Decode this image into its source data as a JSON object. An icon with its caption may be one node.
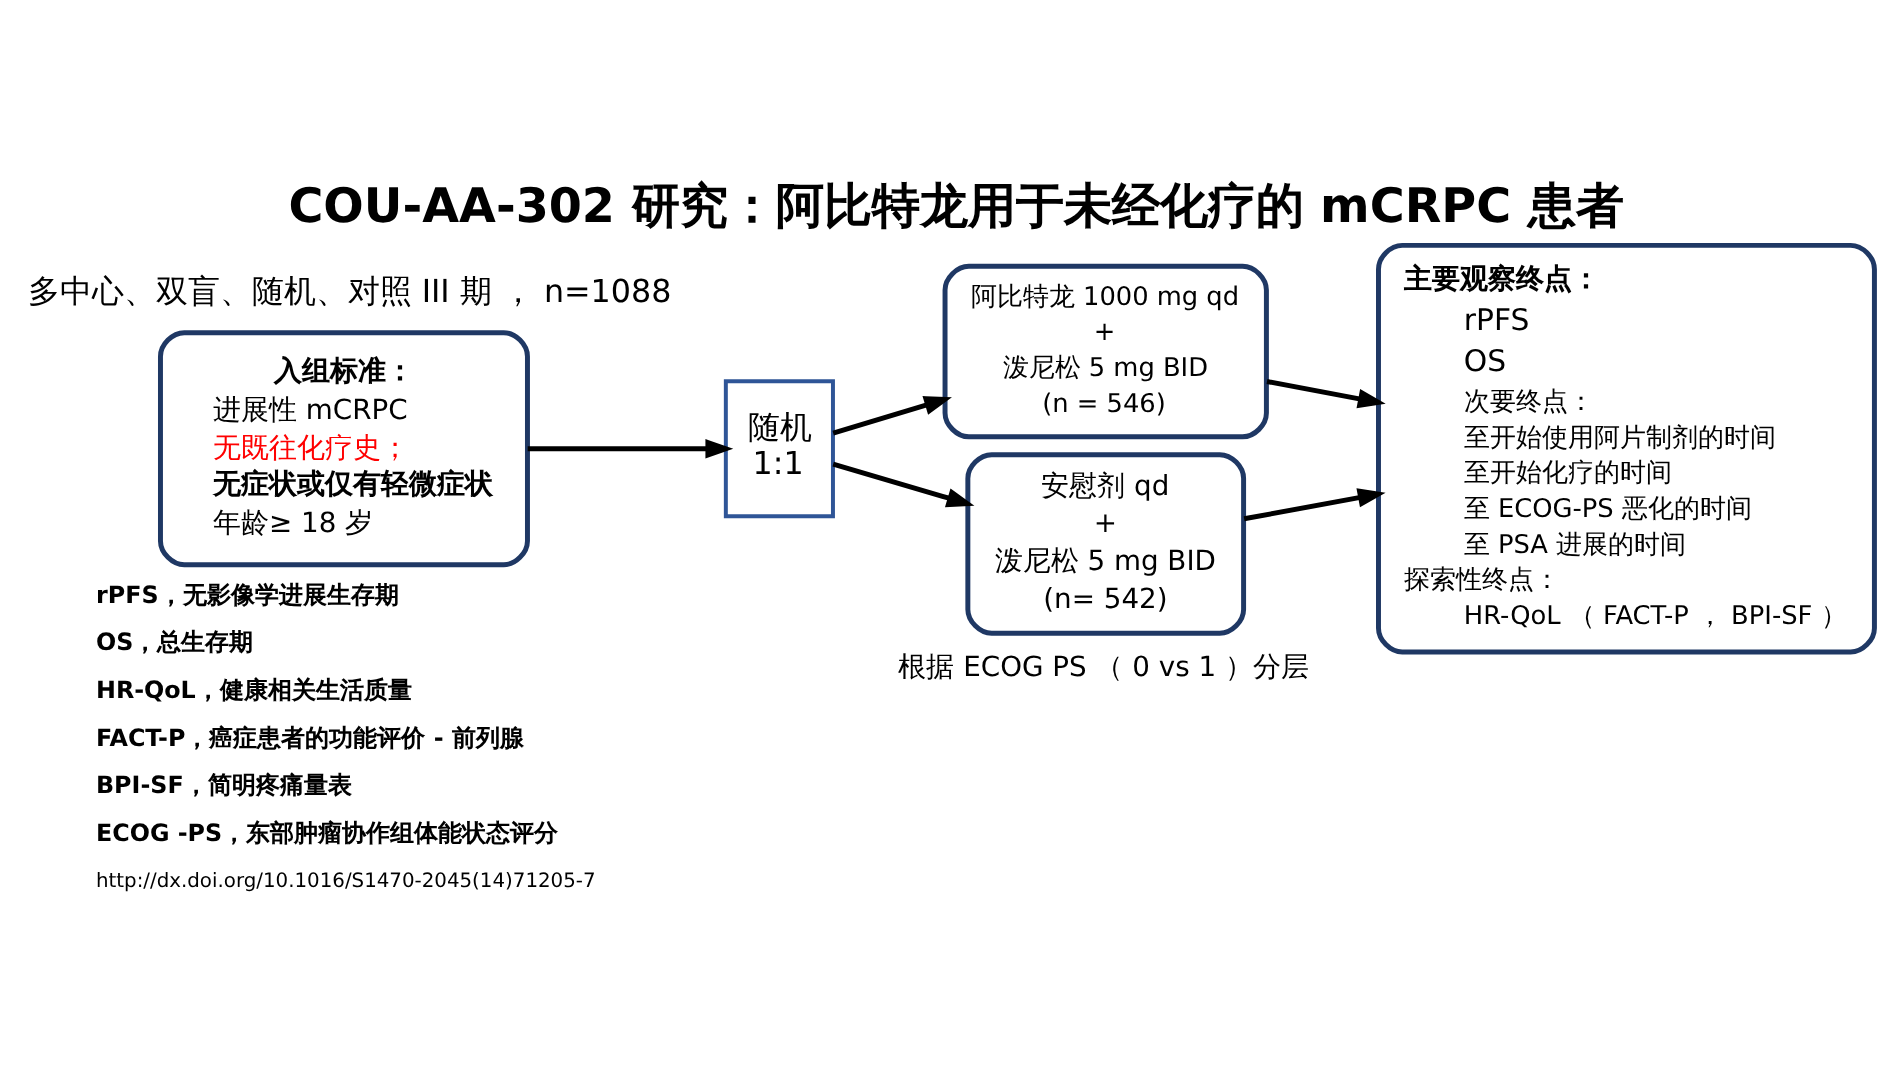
{
  "diagram": {
    "title": "COU-AA-302 研究：阿比特龙用于未经化疗的 mCRPC 患者",
    "nodes": [
      {
        "text": [
          "入组标准：",
          "进展性 mCRPC",
          "无既往化疗史；",
          "无症状或仅有轻微症状",
          "年龄≥ 18 岁"
        ]
      },
      {
        "text": [
          "随机 1:1"
        ]
      },
      {
        "text": [
          "阿比特龙 1000 mg qd",
          "+",
          "泼尼松 5 mg BID",
          "(n = 546)"
        ]
      },
      {
        "text": [
          "安慰剂 qd",
          "+",
          "泼尼松 5 mg BID",
          "(n= 542)"
        ]
      },
      {
        "text": [
          "主要观察终点：",
          "rPFS",
          "OS",
          "次要终点：",
          "至开始使用阿片制剂的时间",
          "至开始化疗的时间",
          "至 ECOG-PS 恶化的时间",
          "至 PSA 进展的时间",
          "探索性终点：",
          "HR-QoL （ FACT-P ， BPI-SF ）"
        ]
      }
    ],
    "edges": [
      {
        "from": 0,
        "to": 1,
        "arrow": "to"
      },
      {
        "from": 1,
        "to": 2,
        "arrow": "to"
      },
      {
        "from": 1,
        "to": 3,
        "arrow": "to"
      },
      {
        "from": 2,
        "to": 4,
        "arrow": "to"
      },
      {
        "from": 3,
        "to": 4,
        "arrow": "to"
      }
    ],
    "labels": [
      "多中心、双盲、随机、对照 III 期 ， n=1088",
      "根据 ECOG PS （ 0 vs 1 ）分层",
      "rPFS，无影像学进展生存期",
      "OS，总生存期",
      "HR-QoL，健康相关生活质量",
      "FACT-P，癌症患者的功能评价 - 前列腺",
      "BPI-SF，简明疼痛量表",
      "ECOG -PS，东部肿瘤协作组体能状态评分",
      "http://dx.doi.org/10.1016/S1470-2045(14)71205-7"
    ]
  }
}
